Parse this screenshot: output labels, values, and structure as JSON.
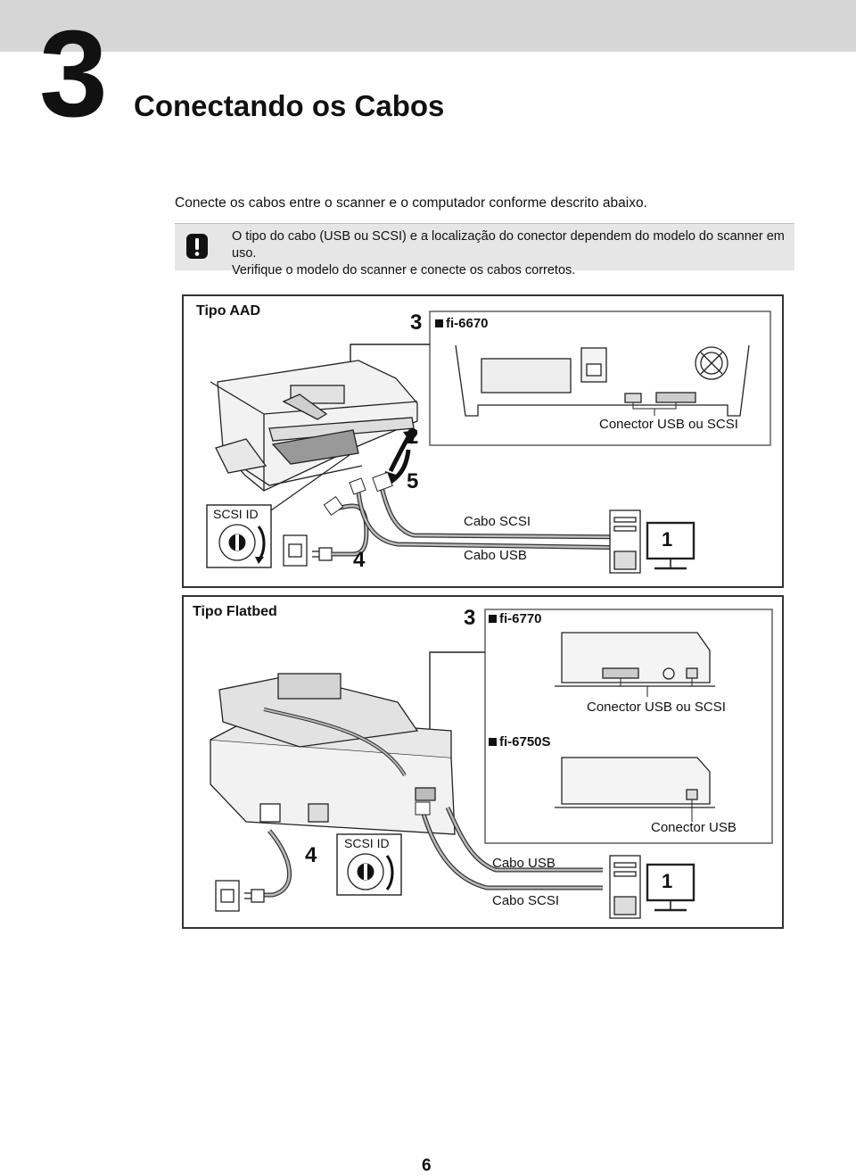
{
  "chapter": {
    "number": "3",
    "title": "Conectando os Cabos"
  },
  "intro": "Conecte os cabos entre o scanner e o computador conforme descrito abaixo.",
  "note": {
    "icon": "caution-icon",
    "line1": "O tipo do cabo (USB ou SCSI) e a localização do conector dependem do modelo do scanner em uso.",
    "line2": "Verifique o modelo do scanner e conecte os cabos corretos."
  },
  "aad": {
    "title": "Tipo AAD",
    "step3": "3",
    "model": "fi-6670",
    "connector_label": "Conector USB ou SCSI",
    "step2": "2",
    "step5": "5",
    "scsi_id": "SCSI ID",
    "step4": "4",
    "cable_scsi": "Cabo SCSI",
    "cable_usb": "Cabo USB",
    "step1": "1"
  },
  "flatbed": {
    "title": "Tipo Flatbed",
    "step3": "3",
    "model_a": "fi-6770",
    "connector_a": "Conector USB ou SCSI",
    "model_b": "fi-6750S",
    "connector_b": "Conector USB",
    "step4": "4",
    "scsi_id": "SCSI ID",
    "cable_usb": "Cabo USB",
    "cable_scsi": "Cabo SCSI",
    "step1": "1"
  },
  "page_number": "6"
}
